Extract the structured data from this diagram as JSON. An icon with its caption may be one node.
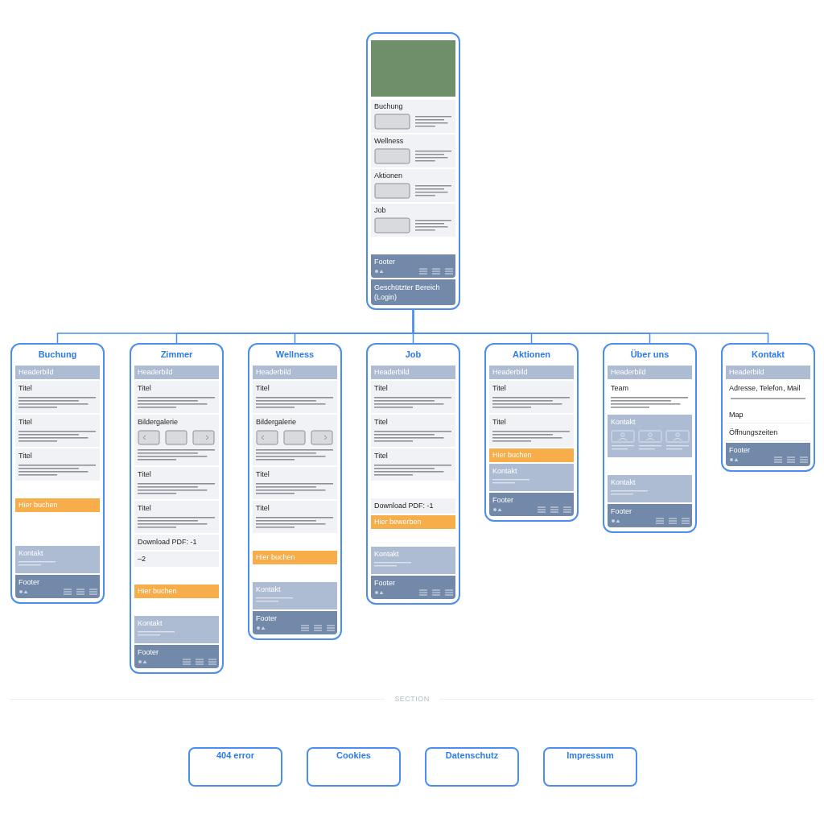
{
  "diagram": {
    "nodes": [
      {
        "text": [],
        "shape": "box"
      },
      {
        "text": [
          "Buchung"
        ],
        "in": 0
      },
      {
        "text": [
          "Wellness"
        ],
        "in": 0
      },
      {
        "text": [
          "Aktionen"
        ],
        "in": 0
      },
      {
        "text": [
          "Job"
        ],
        "in": 0
      },
      {
        "text": [
          "Footer"
        ],
        "in": 0
      },
      {
        "text": [
          "Geschützter Bereich (Login)"
        ],
        "in": 0
      },
      {
        "text": [
          "Buchung"
        ]
      },
      {
        "text": [
          "Headerbild"
        ],
        "in": 7
      },
      {
        "text": [
          "Titel"
        ],
        "in": 7
      },
      {
        "text": [
          "Titel"
        ],
        "in": 7
      },
      {
        "text": [
          "Titel"
        ],
        "in": 7
      },
      {
        "text": [
          "Hier buchen"
        ],
        "in": 7
      },
      {
        "text": [
          "Kontakt"
        ],
        "in": 7
      },
      {
        "text": [
          "Footer"
        ],
        "in": 7
      },
      {
        "text": [
          "Zimmer"
        ]
      },
      {
        "text": [
          "Headerbild"
        ],
        "in": 15
      },
      {
        "text": [
          "Titel"
        ],
        "in": 15
      },
      {
        "text": [
          "Bildergalerie"
        ],
        "in": 15
      },
      {
        "text": [
          "Titel"
        ],
        "in": 15
      },
      {
        "text": [
          "Titel"
        ],
        "in": 15
      },
      {
        "text": [
          "Download PDF: -1"
        ],
        "in": 15
      },
      {
        "text": [
          "–2"
        ],
        "in": 15
      },
      {
        "text": [
          "Hier buchen"
        ],
        "in": 15
      },
      {
        "text": [
          "Kontakt"
        ],
        "in": 15
      },
      {
        "text": [
          "Footer"
        ],
        "in": 15
      },
      {
        "text": [
          "Wellness"
        ]
      },
      {
        "text": [
          "Headerbild"
        ],
        "in": 26
      },
      {
        "text": [
          "Titel"
        ],
        "in": 26
      },
      {
        "text": [
          "Bildergalerie"
        ],
        "in": 26
      },
      {
        "text": [
          "Titel"
        ],
        "in": 26
      },
      {
        "text": [
          "Titel"
        ],
        "in": 26
      },
      {
        "text": [
          "Hier buchen"
        ],
        "in": 26
      },
      {
        "text": [
          "Kontakt"
        ],
        "in": 26
      },
      {
        "text": [
          "Footer"
        ],
        "in": 26
      },
      {
        "text": [
          "Job"
        ]
      },
      {
        "text": [
          "Headerbild"
        ],
        "in": 35
      },
      {
        "text": [
          "Titel"
        ],
        "in": 35
      },
      {
        "text": [
          "Titel"
        ],
        "in": 35
      },
      {
        "text": [
          "Titel"
        ],
        "in": 35
      },
      {
        "text": [
          "Download PDF: -1"
        ],
        "in": 35
      },
      {
        "text": [
          "Hier bewerben"
        ],
        "in": 35
      },
      {
        "text": [
          "Kontakt"
        ],
        "in": 35
      },
      {
        "text": [
          "Footer"
        ],
        "in": 35
      },
      {
        "text": [
          "Aktionen"
        ]
      },
      {
        "text": [
          "Headerbild"
        ],
        "in": 44
      },
      {
        "text": [
          "Titel"
        ],
        "in": 44
      },
      {
        "text": [
          "Titel"
        ],
        "in": 44
      },
      {
        "text": [
          "Hier buchen"
        ],
        "in": 44
      },
      {
        "text": [
          "Kontakt"
        ],
        "in": 44
      },
      {
        "text": [
          "Footer"
        ],
        "in": 44
      },
      {
        "text": [
          "Über uns"
        ]
      },
      {
        "text": [
          "Headerbild"
        ],
        "in": 51
      },
      {
        "text": [
          "Team"
        ],
        "in": 51
      },
      {
        "text": [
          "Kontakt"
        ],
        "in": 51
      },
      {
        "text": [
          "Kontakt"
        ],
        "in": 51
      },
      {
        "text": [
          "Footer"
        ],
        "in": 51
      },
      {
        "text": [
          "Kontakt"
        ]
      },
      {
        "text": [
          "Headerbild"
        ],
        "in": 57
      },
      {
        "text": [
          "Adresse, Telefon, Mail"
        ],
        "in": 57
      },
      {
        "text": [
          "Map"
        ],
        "in": 57
      },
      {
        "text": [
          "Öffnungszeiten"
        ],
        "in": 57
      },
      {
        "text": [
          "Footer"
        ],
        "in": 57
      },
      {
        "text": [
          "404 error"
        ]
      },
      {
        "text": [
          "Cookies"
        ]
      },
      {
        "text": [
          "Datenschutz"
        ]
      },
      {
        "text": [
          "Impressum"
        ]
      }
    ],
    "edges": [
      {
        "from": 0,
        "to": 7,
        "arrow": "none"
      },
      {
        "from": 0,
        "to": 15,
        "arrow": "none"
      },
      {
        "from": 0,
        "to": 26,
        "arrow": "none"
      },
      {
        "from": 0,
        "to": 35,
        "arrow": "none"
      },
      {
        "from": 0,
        "to": 44,
        "arrow": "none"
      },
      {
        "from": 0,
        "to": 51,
        "arrow": "none"
      },
      {
        "from": 0,
        "to": 57,
        "arrow": "none"
      }
    ],
    "labels": [
      "SECTION"
    ]
  }
}
